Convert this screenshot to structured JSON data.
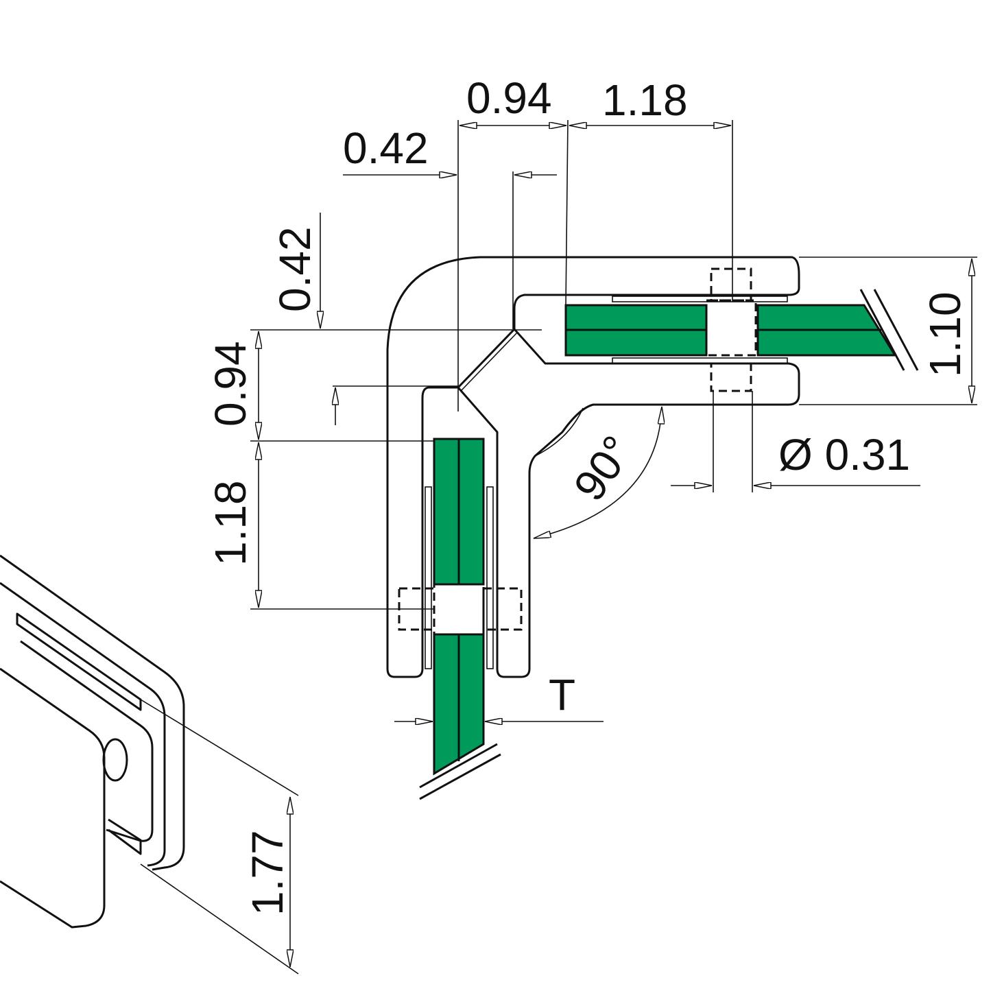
{
  "colors": {
    "glass": "#009a5a",
    "line": "#111111"
  },
  "dimensions": {
    "top_0_94": "0.94",
    "top_1_18": "1.18",
    "top_0_42": "0.42",
    "left_0_42": "0.42",
    "left_0_94": "0.94",
    "left_1_18": "1.18",
    "right_1_10": "1.10",
    "hole_diameter": "Ø 0.31",
    "angle": "90°",
    "thickness": "T",
    "height_1_77": "1.77"
  }
}
